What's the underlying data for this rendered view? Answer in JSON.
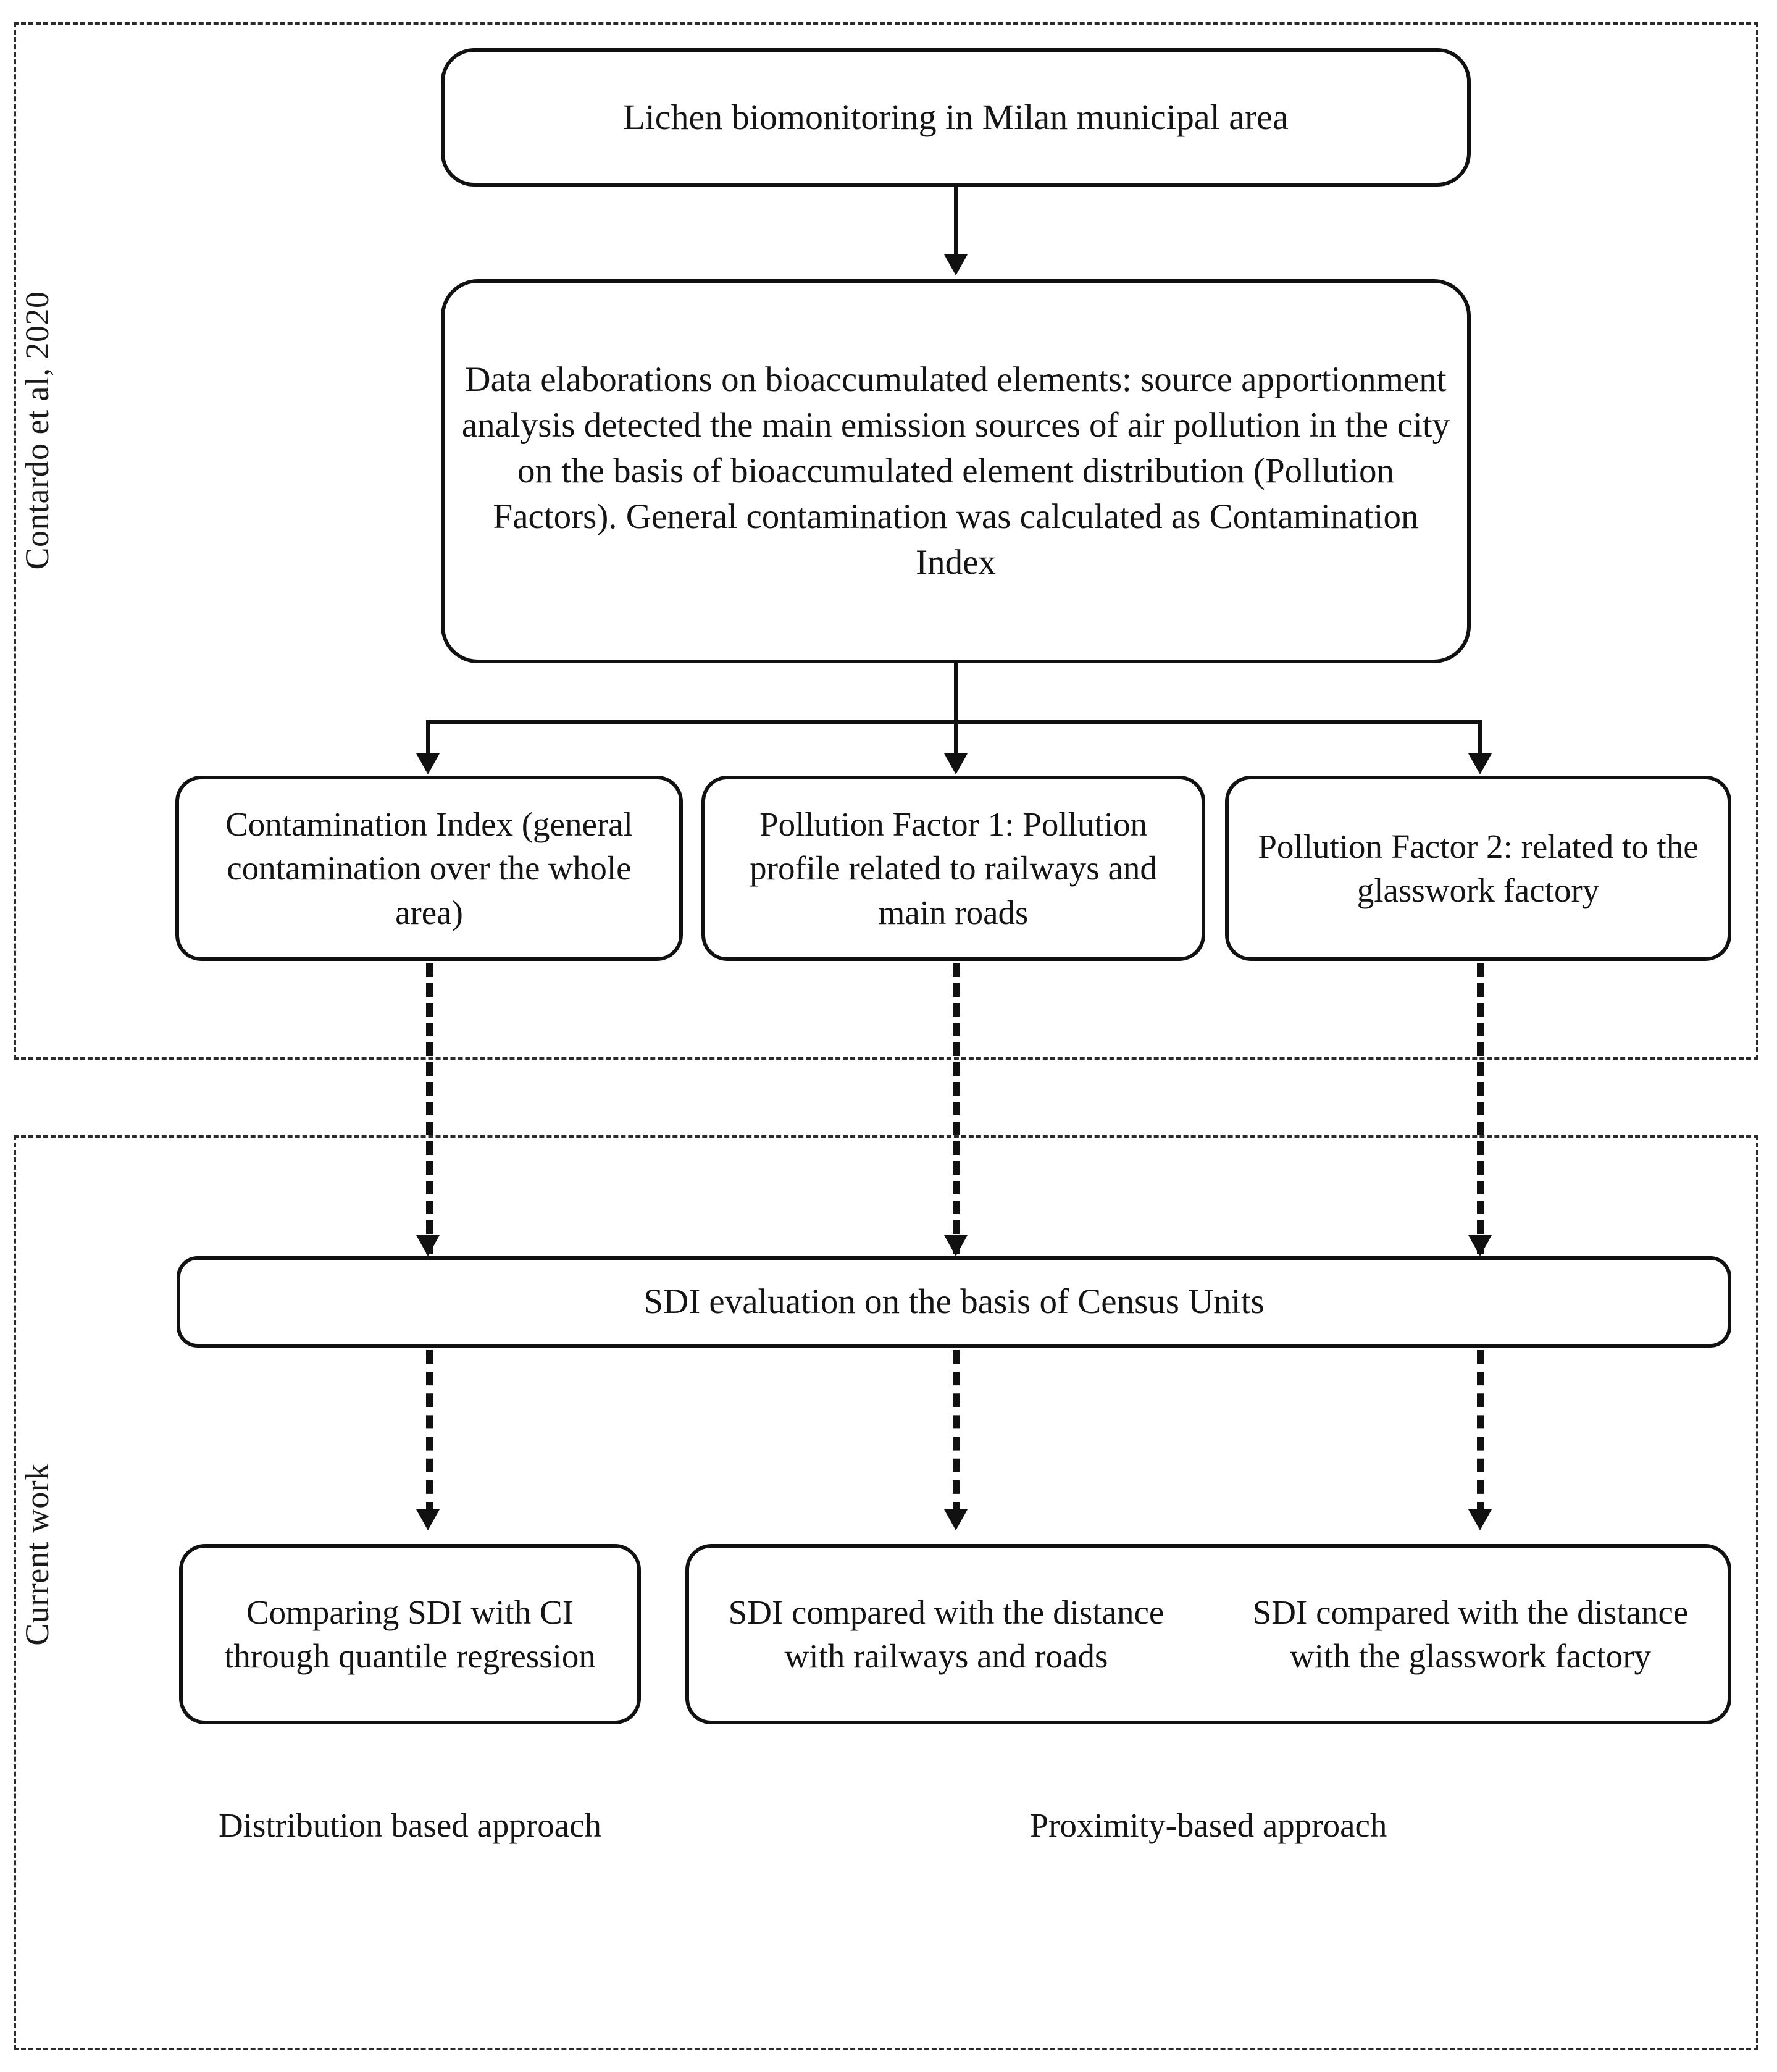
{
  "figure": {
    "panels": {
      "upper_label": "Contardo et al, 2020",
      "lower_label": "Current work"
    },
    "nodes": {
      "title": "Lichen biomonitoring  in Milan municipal  area",
      "elaboration": "Data elaborations  on bioaccumulated  elements: source apportionment  analysis detected  the main emission  sources  of air pollution  in the city on the basis of bioaccumulated  element  distribution (Pollution  Factors). General  contamination  was calculated  as Contamination  Index",
      "contamination_index": "Contamination  Index (general contamination over the whole  area)",
      "pollution_factor_1": "Pollution  Factor 1: Pollution  profile  related to railways  and main roads",
      "pollution_factor_2": "Pollution  Factor 2: related  to the glasswork factory",
      "sdi_evaluation": "SDI evaluation  on the basis of Census Units",
      "quantile_regression": "Comparing  SDI with CI through  quantile regression",
      "proximity_left": "SDI compared  with the distance  with railways  and roads",
      "proximity_right": "SDI compared  with the distance  with the glasswork  factory"
    },
    "captions": {
      "distribution": "Distribution  based approach",
      "proximity": "Proximity-based   approach"
    },
    "colors": {
      "line": "#111111",
      "panel_border": "#2b2b2b",
      "text": "#141414",
      "background": "#ffffff"
    }
  }
}
